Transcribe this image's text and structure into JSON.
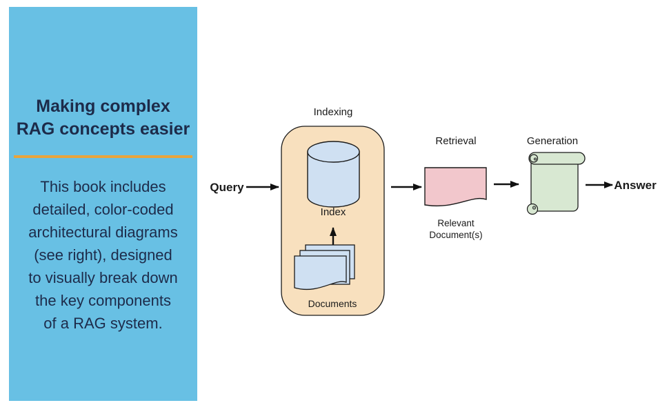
{
  "panel": {
    "title": "Making complex\nRAG concepts easier",
    "body": "This book includes\ndetailed, color-coded\narchitectural diagrams\n(see right), designed\nto visually break down\nthe key components\nof a RAG system.",
    "bg_color": "#68C0E4",
    "text_color": "#1D2B4A",
    "divider_color": "#E8A43C"
  },
  "diagram": {
    "query_label": "Query",
    "answer_label": "Answer",
    "indexing_label": "Indexing",
    "retrieval_label": "Retrieval",
    "generation_label": "Generation",
    "index_label": "Index",
    "documents_label": "Documents",
    "relevant_documents_label": "Relevant\nDocument(s)",
    "colors": {
      "indexing_bg": "#F8E0BE",
      "index_cylinder_fill": "#CFE0F2",
      "documents_fill": "#CFE0F2",
      "relevant_document_fill": "#F2C7CC",
      "generation_scroll_fill": "#D8E8D2",
      "outline": "#1A1A1A",
      "arrow": "#111111"
    }
  }
}
